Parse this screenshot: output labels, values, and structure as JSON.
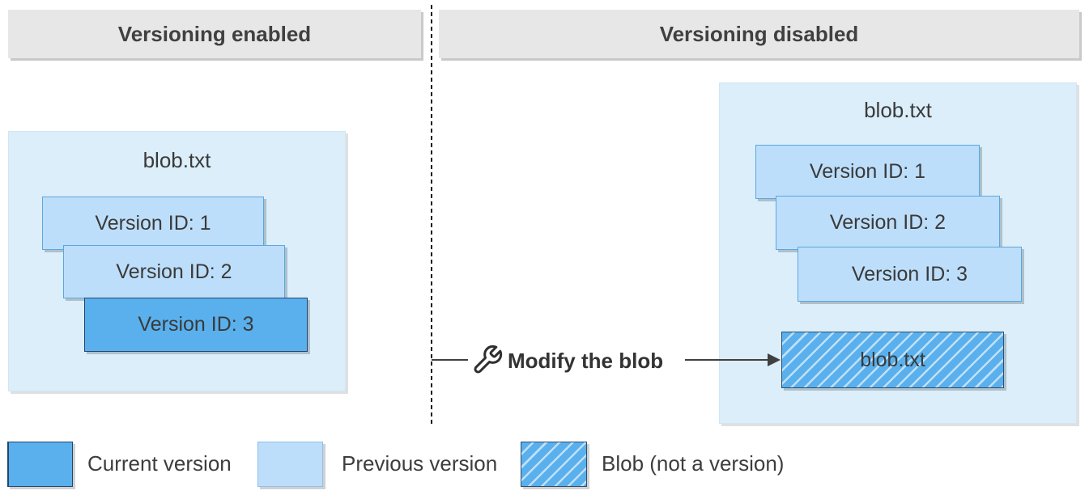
{
  "panels": {
    "left": {
      "header": "Versioning enabled",
      "container_title": "blob.txt",
      "versions": [
        {
          "label": "Version ID: 1",
          "type": "previous"
        },
        {
          "label": "Version ID: 2",
          "type": "previous"
        },
        {
          "label": "Version ID: 3",
          "type": "current"
        }
      ]
    },
    "right": {
      "header": "Versioning disabled",
      "container_title": "blob.txt",
      "versions": [
        {
          "label": "Version ID: 1",
          "type": "previous"
        },
        {
          "label": "Version ID: 2",
          "type": "previous"
        },
        {
          "label": "Version ID: 3",
          "type": "previous"
        }
      ],
      "blob_label": "blob.txt"
    }
  },
  "action": {
    "label": "Modify the blob",
    "icon": "wrench-icon"
  },
  "legend": [
    {
      "label": "Current version",
      "swatch": "current"
    },
    {
      "label": "Previous version",
      "swatch": "previous"
    },
    {
      "label": "Blob (not a version)",
      "swatch": "blob-hatched"
    }
  ],
  "colors": {
    "header_bg": "#e7e7e7",
    "header_text": "#404040",
    "container_bg": "#dbeef9",
    "previous_fill": "#bddefa",
    "previous_border": "#5ba7de",
    "current_fill": "#59b0ed",
    "current_border": "#28436b",
    "hatch_stripe": "#bfe0f8",
    "connector": "#404040",
    "divider": "#1a1a1a"
  }
}
